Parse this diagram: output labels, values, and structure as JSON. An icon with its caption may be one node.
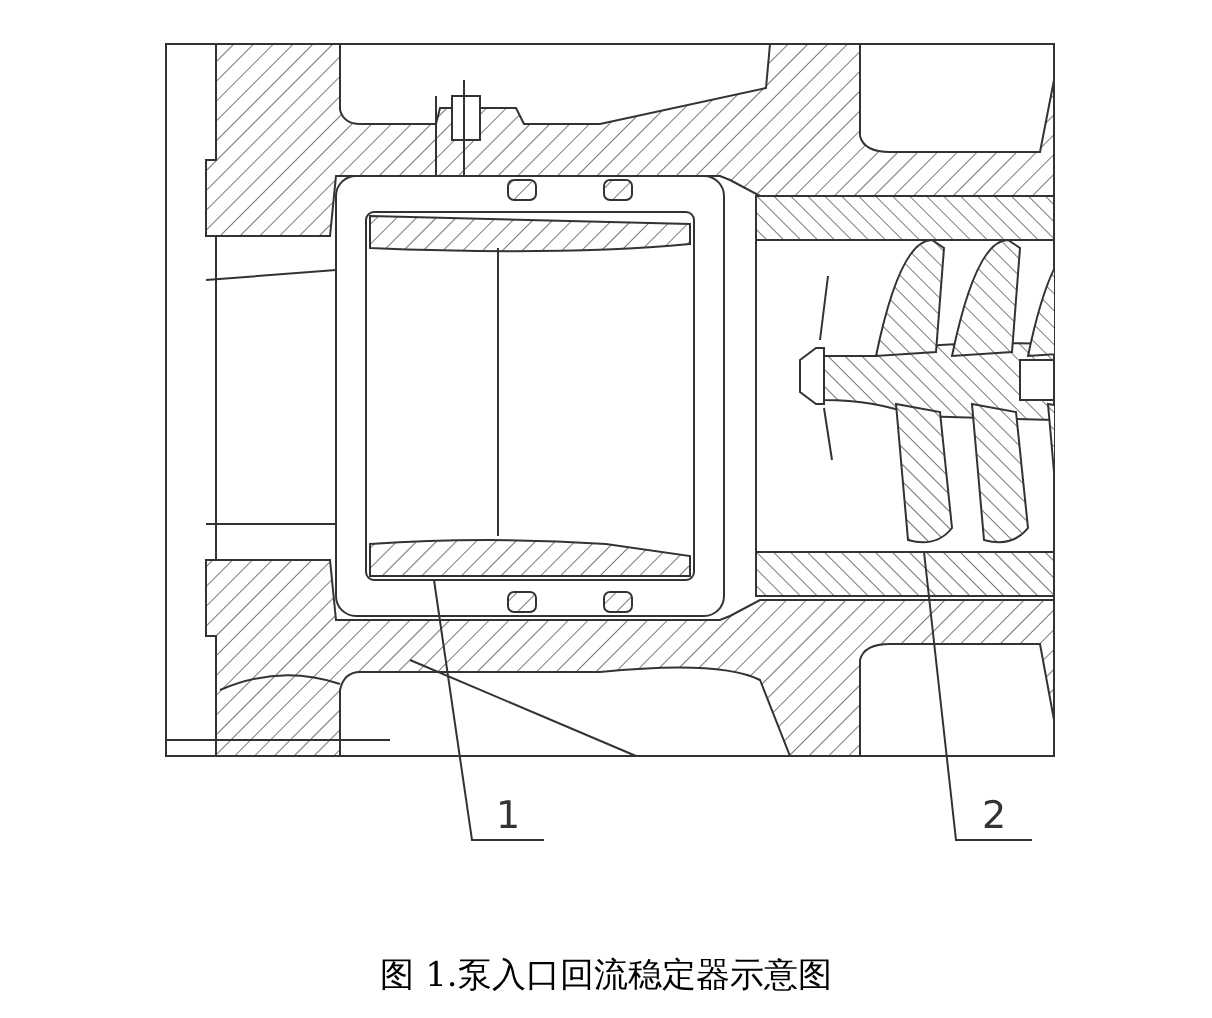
{
  "diagram": {
    "caption": "图 1.泵入口回流稳定器示意图",
    "nodes": [
      {
        "text": [
          "1"
        ]
      },
      {
        "text": [
          "2"
        ]
      },
      {
        "text": [],
        "shape": "box"
      },
      {
        "text": [],
        "shape": "picture"
      }
    ],
    "edges": [
      {
        "from": 0,
        "to": 2,
        "arrow": "none"
      },
      {
        "from": 1,
        "to": 3,
        "arrow": "none"
      }
    ]
  }
}
